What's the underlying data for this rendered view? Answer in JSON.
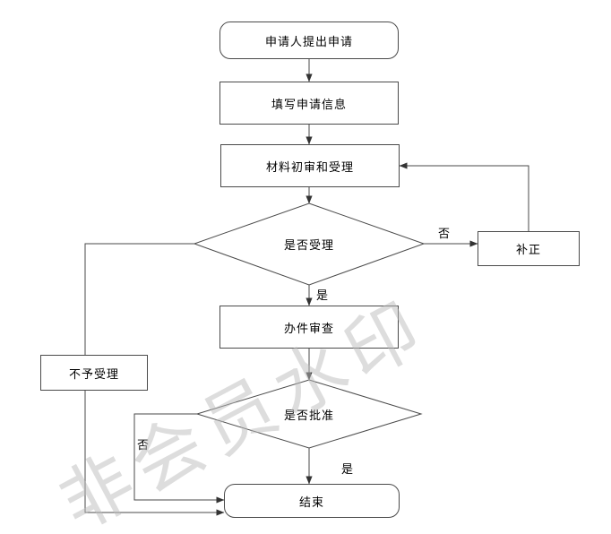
{
  "watermark": {
    "text": "非会员水印"
  },
  "nodes": {
    "start": "申请人提出申请",
    "fill_info": "填写申请信息",
    "material_review": "材料初审和受理",
    "accept_decision": "是否受理",
    "correction": "补正",
    "case_review": "办件审查",
    "approve_decision": "是否批准",
    "reject": "不予受理",
    "end": "结束"
  },
  "edge_labels": {
    "accept_no": "否",
    "accept_yes": "是",
    "approve_no": "否",
    "approve_yes": "是"
  },
  "colors": {
    "line": "#4a4a4a",
    "box_border": "#4a4a4a",
    "text": "#000000",
    "watermark": "#bdbdbd"
  }
}
